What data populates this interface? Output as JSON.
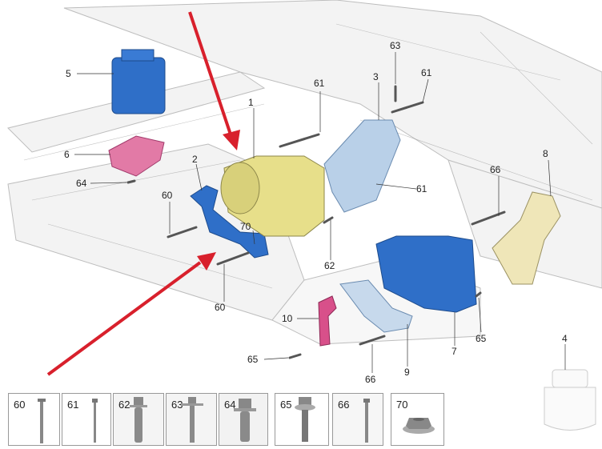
{
  "callouts": [
    {
      "id": "c5",
      "text": "5"
    },
    {
      "id": "c6",
      "text": "6"
    },
    {
      "id": "c64",
      "text": "64"
    },
    {
      "id": "c2",
      "text": "2"
    },
    {
      "id": "c60a",
      "text": "60"
    },
    {
      "id": "c1",
      "text": "1"
    },
    {
      "id": "c70",
      "text": "70"
    },
    {
      "id": "c60b",
      "text": "60"
    },
    {
      "id": "c61a",
      "text": "61"
    },
    {
      "id": "c63",
      "text": "63"
    },
    {
      "id": "c3",
      "text": "3"
    },
    {
      "id": "c61b",
      "text": "61"
    },
    {
      "id": "c61c",
      "text": "61"
    },
    {
      "id": "c62",
      "text": "62"
    },
    {
      "id": "c66a",
      "text": "66"
    },
    {
      "id": "c8",
      "text": "8"
    },
    {
      "id": "c10",
      "text": "10"
    },
    {
      "id": "c65a",
      "text": "65"
    },
    {
      "id": "c66b",
      "text": "66"
    },
    {
      "id": "c9",
      "text": "9"
    },
    {
      "id": "c7",
      "text": "7"
    },
    {
      "id": "c65b",
      "text": "65"
    },
    {
      "id": "c4",
      "text": "4"
    }
  ],
  "fasteners": [
    "60",
    "61",
    "62",
    "63",
    "64",
    "65",
    "66",
    "70"
  ],
  "colors": {
    "arrow": "#d8202c",
    "blue": "#2f6fc8",
    "yellow": "#e7df8a",
    "pink": "#d8508a",
    "lightblue": "#b9d0e8",
    "beige": "#efe6b8"
  }
}
